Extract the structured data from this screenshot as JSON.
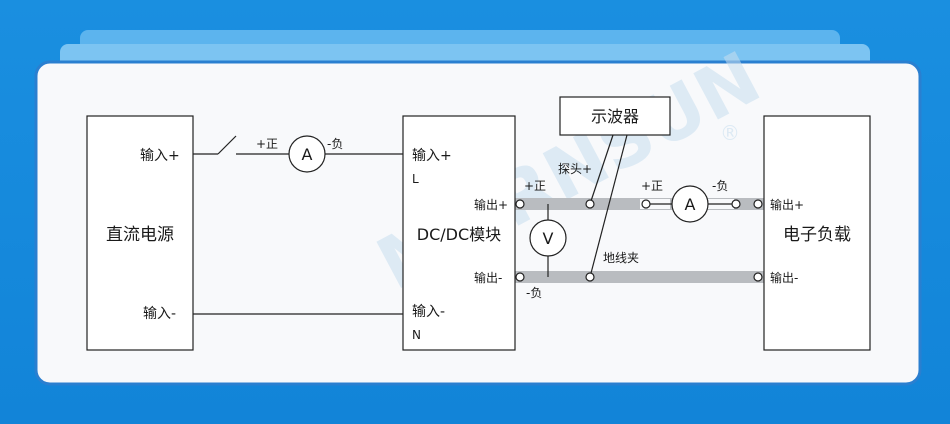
{
  "watermark": {
    "text": "MORNSUN",
    "registered": "®"
  },
  "blocks": {
    "power_source": "直流电源",
    "dcdc_module": "DC/DC模块",
    "electronic_load": "电子负载",
    "oscilloscope": "示波器"
  },
  "terminals": {
    "source_in_plus": "输入+",
    "source_in_minus": "输入-",
    "module_in_plus": "输入+",
    "module_in_minus": "输入-",
    "module_L": "L",
    "module_N": "N",
    "module_out_plus": "输出+",
    "module_out_minus": "输出-",
    "load_out_plus": "输出+",
    "load_out_minus": "输出-"
  },
  "meters": {
    "ammeter_in": "A",
    "voltmeter": "V",
    "ammeter_out": "A"
  },
  "polarity": {
    "ammeter_in_pos": "+正",
    "ammeter_in_neg": "-负",
    "out_pos": "+正",
    "out_neg": "-负",
    "ammeter_out_pos": "+正",
    "ammeter_out_neg": "-负"
  },
  "probe": {
    "tip": "探头+",
    "ground_clip": "地线夹"
  },
  "colors": {
    "background": "#1a8fe0",
    "card": "#f8f9fb",
    "card_border": "#2a7fd0",
    "line": "#222222",
    "thick_bar": "#b9bcc0",
    "watermark": "#c8dff0"
  }
}
